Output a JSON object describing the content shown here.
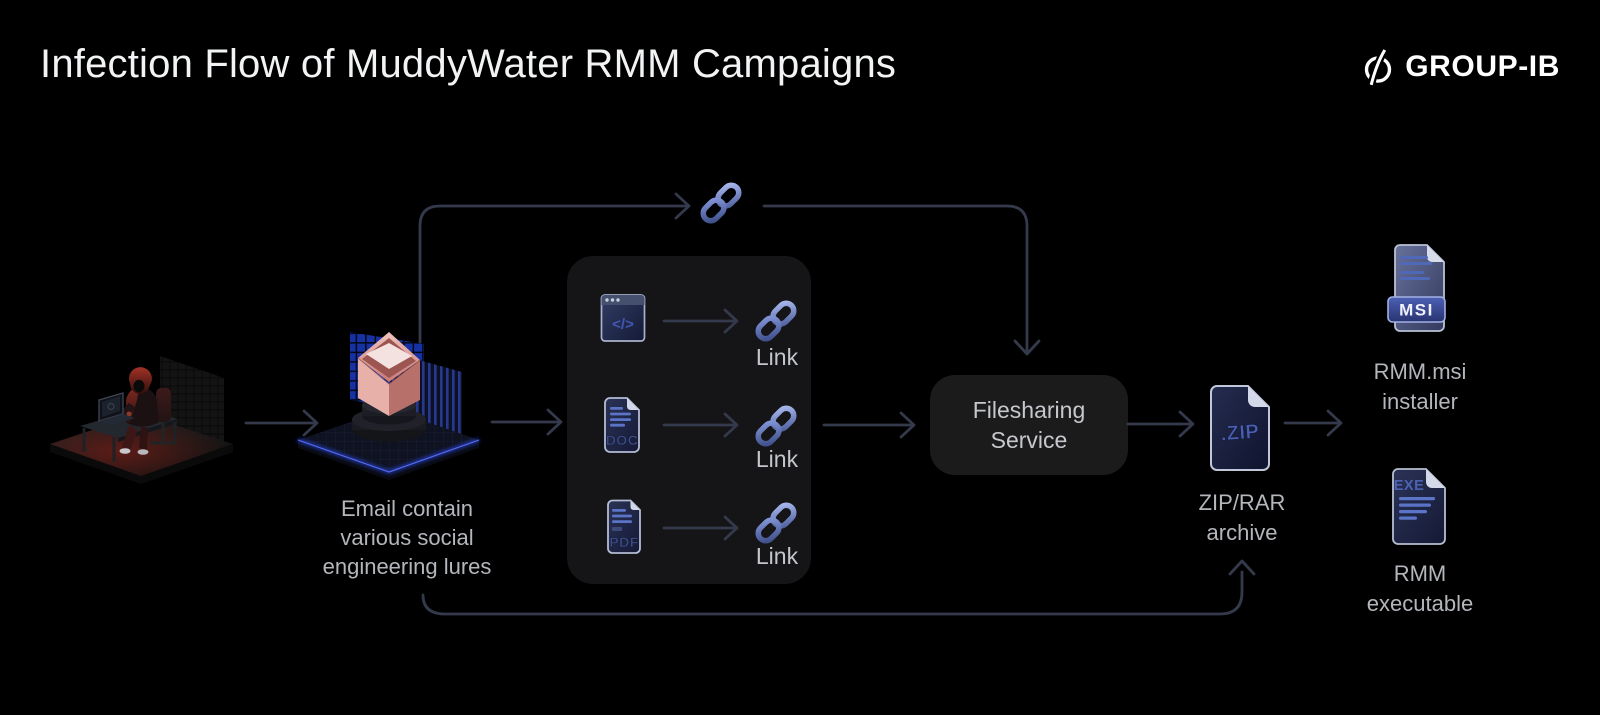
{
  "header": {
    "title": "Infection Flow of MuddyWater RMM Campaigns",
    "brand": "GROUP-IB"
  },
  "email": {
    "caption": [
      "Email contain",
      "various social",
      "engineering lures"
    ]
  },
  "lure_panel": {
    "rows": [
      {
        "kind": "html-window",
        "icon_text": "</>",
        "link_label": "Link"
      },
      {
        "kind": "doc-file",
        "icon_text": "DOC",
        "link_label": "Link"
      },
      {
        "kind": "pdf-file",
        "icon_text": "PDF",
        "link_label": "Link"
      }
    ]
  },
  "filesharing": {
    "label": [
      "Filesharing",
      "Service"
    ]
  },
  "zip": {
    "icon_text": ".ZIP",
    "label": [
      "ZIP/RAR",
      "archive"
    ]
  },
  "msi": {
    "icon_text": "MSI",
    "label": [
      "RMM.msi",
      "installer"
    ]
  },
  "exe": {
    "icon_text": "EXE",
    "label": [
      "RMM",
      "executable"
    ]
  },
  "icons": [
    "attacker-at-laptop",
    "open-envelope",
    "chain-link",
    "html-window",
    "doc-file",
    "pdf-file",
    "zip-file",
    "msi-file",
    "exe-file",
    "group-ib-logo"
  ],
  "colors": {
    "background": "#000000",
    "arrow": "#343a4c",
    "panel_bg": "#151517",
    "box_bg": "#1b1b1c",
    "title": "#f2f3f4",
    "caption": "#b3b6bb",
    "link_blue": "#8497da",
    "accent_blue": "#2b49f0",
    "envelope_pink": "#e7b1aa"
  }
}
